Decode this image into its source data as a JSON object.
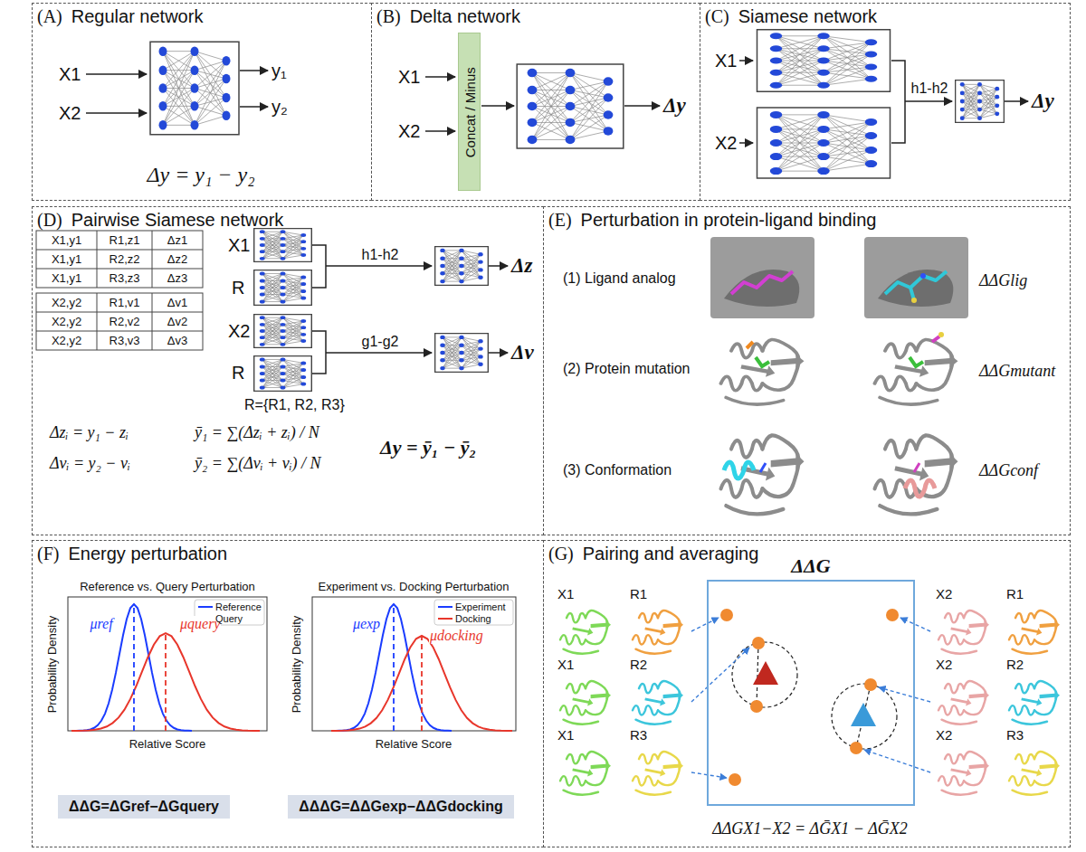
{
  "diagram": {
    "nodes": [
      {
        "text": [
          "(A)",
          "Regular network"
        ]
      },
      {
        "text": [
          "(B)",
          "Delta network"
        ]
      },
      {
        "text": [
          "Concat / Minus"
        ],
        "in": 1
      },
      {
        "text": [
          "(C)",
          "Siamese network"
        ]
      },
      {
        "text": [
          "(D)",
          "Pairwise Siamese network"
        ]
      },
      {
        "text": [
          "(E)",
          "Perturbation in protein-ligand binding"
        ]
      },
      {
        "text": [
          "(F)",
          "Energy perturbation"
        ]
      },
      {
        "text": [
          "ΔΔG=ΔGref−ΔGquery"
        ],
        "in": 6
      },
      {
        "text": [
          "ΔΔΔG=ΔΔGexp−ΔΔGdocking"
        ],
        "in": 6
      },
      {
        "text": [
          "(G)",
          "Pairing and averaging"
        ]
      },
      {
        "text": [
          "ΔΔG"
        ],
        "in": 9
      }
    ],
    "labels": [
      "X1",
      "X2",
      "y₁",
      "y₂",
      "Δy = y₁ − y₂",
      "X1",
      "X2",
      "Δy",
      "X1",
      "X2",
      "h1-h2",
      "Δy",
      "X1,y1",
      "R1,z1",
      "Δz1",
      "X1,y1",
      "R2,z2",
      "Δz2",
      "X1,y1",
      "R3,z3",
      "Δz3",
      "X2,y2",
      "R1,v1",
      "Δv1",
      "X2,y2",
      "R2,v2",
      "Δv2",
      "X2,y2",
      "R3,v3",
      "Δv3",
      "X1",
      "R",
      "h1-h2",
      "Δz",
      "X2",
      "R",
      "g1-g2",
      "Δv",
      "R={R1, R2, R3}",
      "Δzᵢ = y₁ − zᵢ",
      "Δvᵢ = y₂ − vᵢ",
      "ȳ₁ = ∑(Δzᵢ + zᵢ) / N",
      "ȳ₂ = ∑(Δvᵢ + vᵢ) / N",
      "Δy = ȳ₁ − ȳ₂",
      "(1) Ligand analog",
      "ΔΔGlig",
      "(2) Protein mutation",
      "ΔΔGmutant",
      "(3) Conformation",
      "ΔΔGconf",
      "Reference vs. Query Perturbation",
      "Probability Density",
      "Relative Score",
      "μref",
      "μquery",
      "Experiment vs. Docking Perturbation",
      "Probability Density",
      "Relative Score",
      "μexp",
      "μdocking",
      "X1",
      "R1",
      "X1",
      "R2",
      "X1",
      "R3",
      "X2",
      "R1",
      "X2",
      "R2",
      "X2",
      "R3",
      "ΔΔGX1−X2 = ΔḠX1 − ΔḠX2"
    ],
    "legend": [
      {
        "text": "Reference"
      },
      {
        "text": "Query"
      },
      {
        "text": "Experiment"
      },
      {
        "text": "Docking"
      }
    ]
  }
}
